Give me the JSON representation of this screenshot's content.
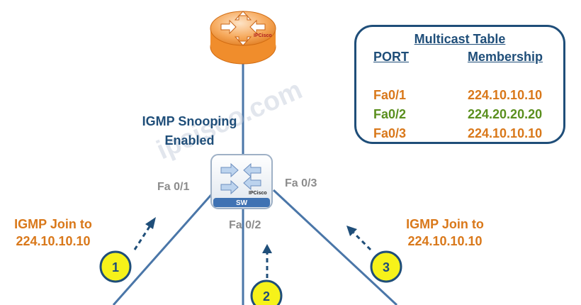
{
  "diagram": {
    "snooping_label_line1": "IGMP Snooping",
    "snooping_label_line2": "Enabled",
    "router_label": "IPCisco",
    "switch_icon_label": "IPCisco",
    "switch_name": "SW",
    "watermark": "ipcisco.com",
    "ports": {
      "fa01": "Fa 0/1",
      "fa02": "Fa 0/2",
      "fa03": "Fa 0/3"
    },
    "join_left_line1": "IGMP Join to",
    "join_left_line2": "224.10.10.10",
    "join_right_line1": "IGMP Join to",
    "join_right_line2": "224.10.10.10",
    "steps": [
      "1",
      "2",
      "3"
    ]
  },
  "multicast_table": {
    "title": "Multicast Table",
    "col_port": "PORT",
    "col_membership": "Membership",
    "rows": [
      {
        "port": "Fa0/1",
        "membership": "224.10.10.10",
        "color": "#d9781a"
      },
      {
        "port": "Fa0/2",
        "membership": "224.20.20.20",
        "color": "#5a8f1e"
      },
      {
        "port": "Fa0/3",
        "membership": "224.10.10.10",
        "color": "#d9781a"
      }
    ]
  },
  "colors": {
    "link": "#4a76a8",
    "heading": "#1f4e79",
    "orange": "#d9781a",
    "green": "#5a8f1e",
    "step_fill": "#f6f21a"
  }
}
